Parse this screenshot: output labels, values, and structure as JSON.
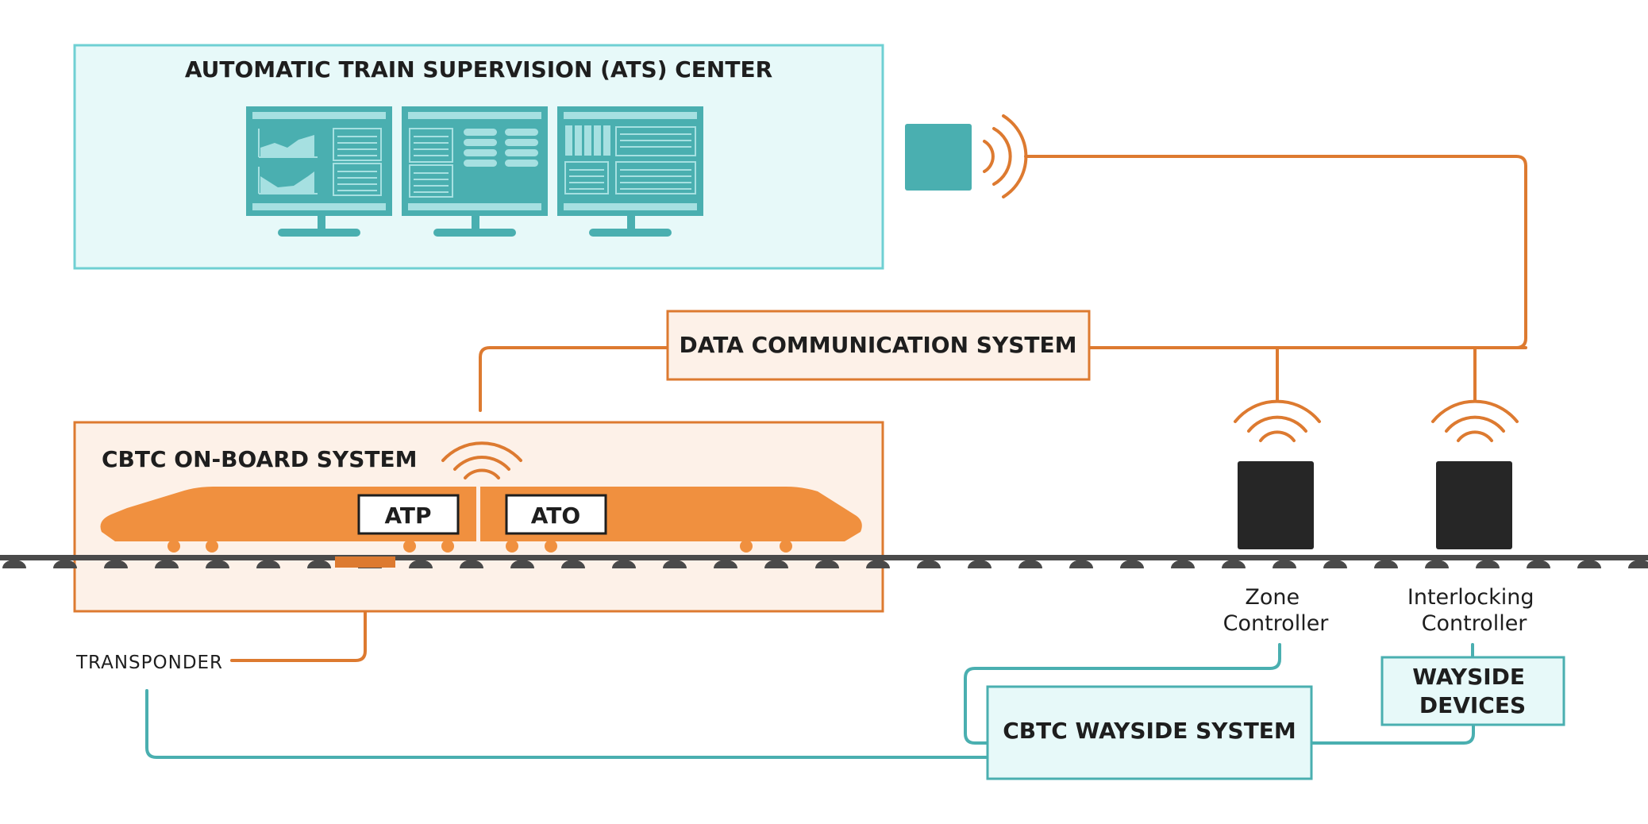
{
  "ats_center": {
    "title": "AUTOMATIC TRAIN SUPERVISION (ATS) CENTER"
  },
  "dcs": {
    "label": "DATA COMMUNICATION SYSTEM"
  },
  "onboard": {
    "title": "CBTC ON-BOARD SYSTEM",
    "atp": "ATP",
    "ato": "ATO"
  },
  "transponder": {
    "label": "TRANSPONDER"
  },
  "zone_controller": {
    "line1": "Zone",
    "line2": "Controller"
  },
  "interlocking_controller": {
    "line1": "Interlocking",
    "line2": "Controller"
  },
  "wayside_devices": {
    "line1": "WAYSIDE",
    "line2": "DEVICES"
  },
  "wayside_system": {
    "label": "CBTC WAYSIDE SYSTEM"
  },
  "colors": {
    "teal": "#4aafb0",
    "teal_light": "#e7f9f9",
    "teal_border": "#6fd0d3",
    "orange": "#f0903f",
    "orange_line": "#dd7a30",
    "orange_light": "#fdf1e8",
    "dark": "#262626",
    "rail": "#4a4a4a"
  }
}
